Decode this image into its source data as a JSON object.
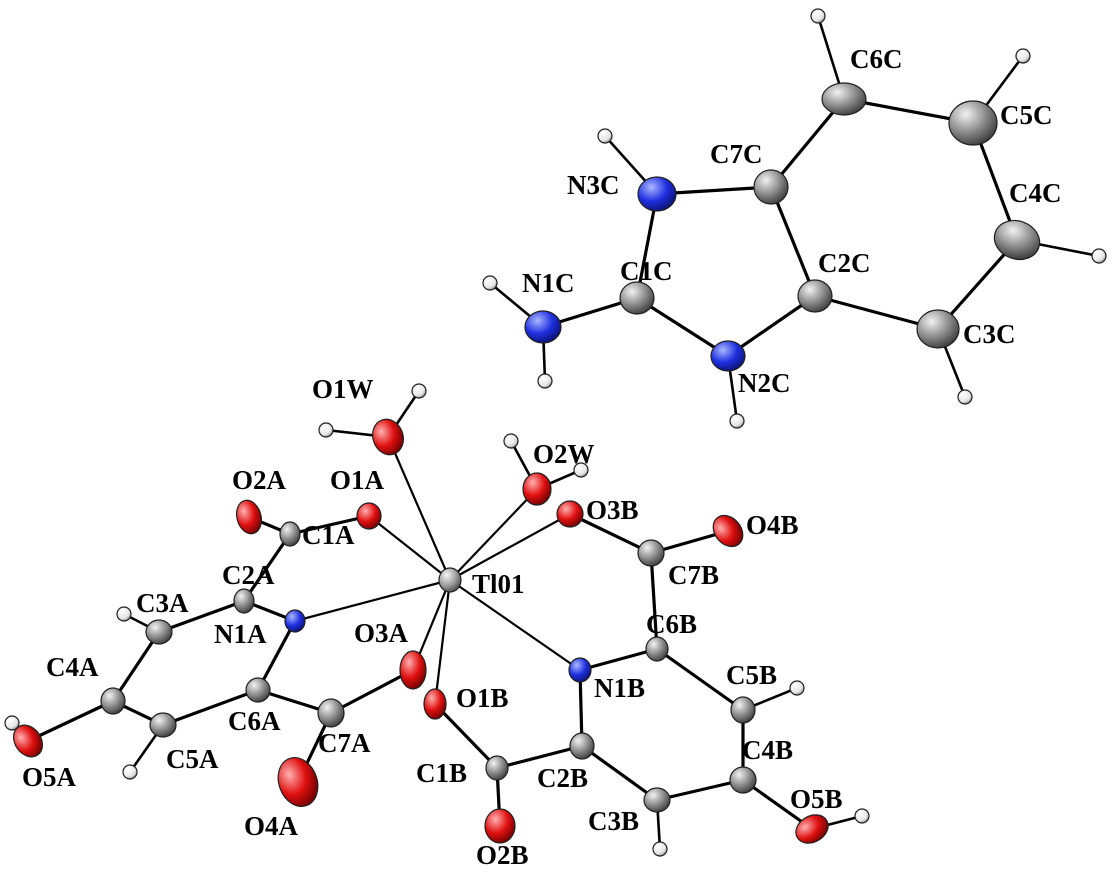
{
  "colors": {
    "background": "#ffffff",
    "bond": "#000000",
    "carbon": "#8c8c8c",
    "nitrogen": "#1f2fe0",
    "oxygen": "#e01010",
    "hydrogen": "#ffffff",
    "thallium": "#9a9a9a"
  },
  "atoms": {
    "Tl01": "Tl01",
    "O1W": "O1W",
    "O2W": "O2W",
    "O1A": "O1A",
    "O2A": "O2A",
    "O3A": "O3A",
    "O4A": "O4A",
    "O5A": "O5A",
    "N1A": "N1A",
    "C1A": "C1A",
    "C2A": "C2A",
    "C3A": "C3A",
    "C4A": "C4A",
    "C5A": "C5A",
    "C6A": "C6A",
    "C7A": "C7A",
    "O1B": "O1B",
    "O2B": "O2B",
    "O3B": "O3B",
    "O4B": "O4B",
    "O5B": "O5B",
    "N1B": "N1B",
    "C1B": "C1B",
    "C2B": "C2B",
    "C3B": "C3B",
    "C4B": "C4B",
    "C5B": "C5B",
    "C6B": "C6B",
    "C7B": "C7B",
    "N1C": "N1C",
    "N2C": "N2C",
    "N3C": "N3C",
    "C1C": "C1C",
    "C2C": "C2C",
    "C3C": "C3C",
    "C4C": "C4C",
    "C5C": "C5C",
    "C6C": "C6C",
    "C7C": "C7C"
  }
}
